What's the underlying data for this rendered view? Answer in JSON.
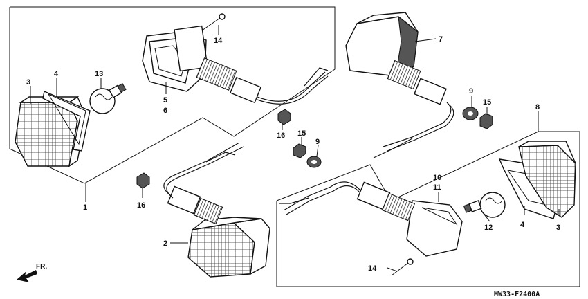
{
  "callouts": {
    "c1": "1",
    "c2": "2",
    "c3a": "3",
    "c3b": "3",
    "c4a": "4",
    "c4b": "4",
    "c5": "5",
    "c6": "6",
    "c7": "7",
    "c8": "8",
    "c9a": "9",
    "c9b": "9",
    "c10": "10",
    "c11": "11",
    "c12": "12",
    "c13": "13",
    "c14a": "14",
    "c14b": "14",
    "c15a": "15",
    "c15b": "15",
    "c16a": "16",
    "c16b": "16"
  },
  "direction_label": "FR.",
  "diagram_code": "MW33-F2400A"
}
